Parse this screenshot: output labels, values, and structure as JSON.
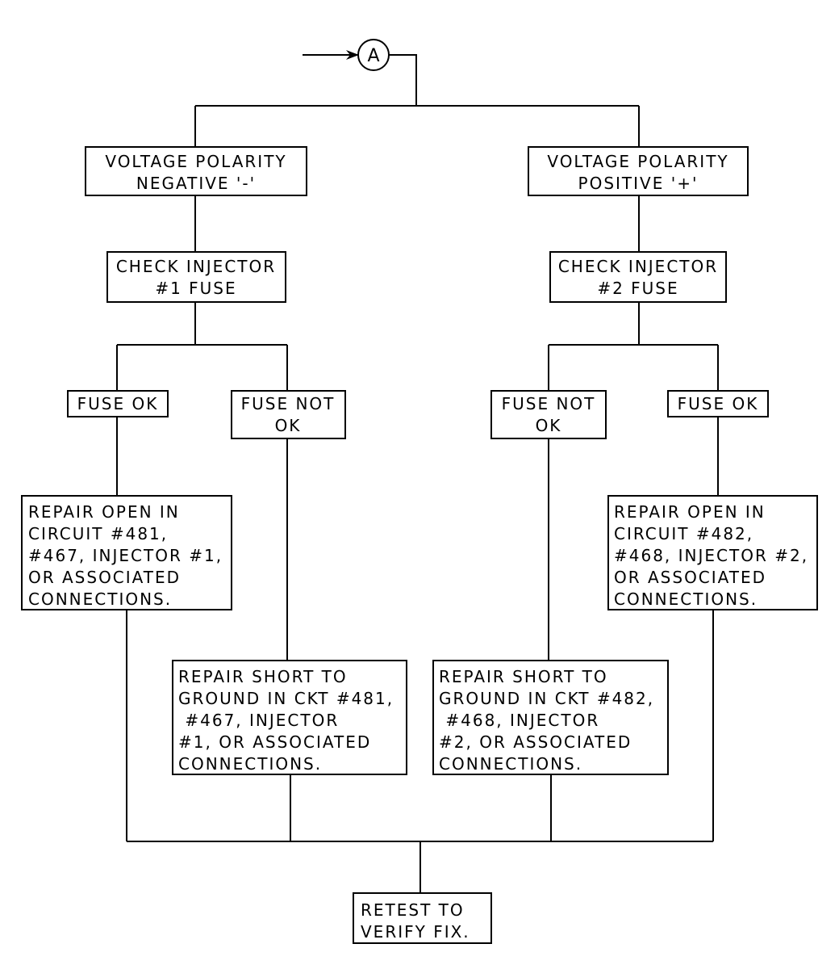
{
  "entry_connector": {
    "label": "A"
  },
  "nodes": {
    "polarity_negative": [
      "VOLTAGE POLARITY",
      "NEGATIVE '-'"
    ],
    "polarity_positive": [
      "VOLTAGE POLARITY",
      "POSITIVE '+'"
    ],
    "check_fuse_1": [
      "CHECK INJECTOR",
      "#1 FUSE"
    ],
    "check_fuse_2": [
      "CHECK INJECTOR",
      "#2 FUSE"
    ],
    "fuse_ok_1": [
      "FUSE OK"
    ],
    "fuse_not_ok_1": [
      "FUSE NOT",
      "OK"
    ],
    "fuse_not_ok_2": [
      "FUSE NOT",
      "OK"
    ],
    "fuse_ok_2": [
      "FUSE OK"
    ],
    "repair_open_1": [
      "REPAIR OPEN IN",
      "CIRCUIT #481,",
      "#467, INJECTOR #1,",
      "OR ASSOCIATED",
      "CONNECTIONS."
    ],
    "repair_open_2": [
      "REPAIR OPEN IN",
      "CIRCUIT #482,",
      "#468, INJECTOR #2,",
      "OR ASSOCIATED",
      "CONNECTIONS."
    ],
    "repair_short_1": [
      "REPAIR SHORT TO",
      "GROUND IN CKT #481,",
      " #467, INJECTOR",
      "#1, OR ASSOCIATED",
      "CONNECTIONS."
    ],
    "repair_short_2": [
      "REPAIR SHORT TO",
      "GROUND IN CKT #482,",
      " #468, INJECTOR",
      "#2, OR ASSOCIATED",
      "CONNECTIONS."
    ],
    "retest": [
      "RETEST TO",
      "VERIFY FIX."
    ]
  }
}
